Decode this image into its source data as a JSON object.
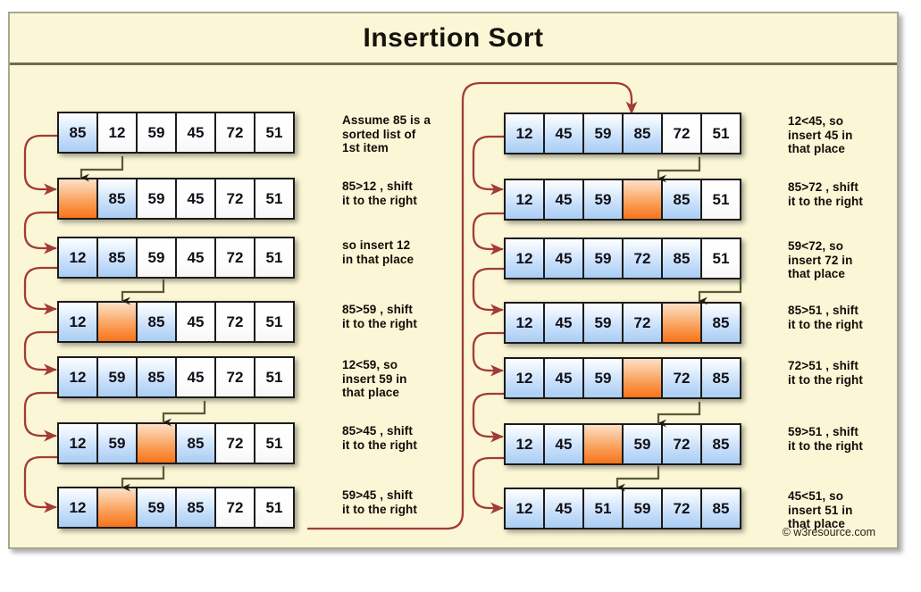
{
  "poster": {
    "title": "Insertion  Sort",
    "credit": "© w3resource.com",
    "background_color": "#fbf6d6",
    "frame_color": "#a9a791",
    "title_rule_color": "#6d6a55"
  },
  "legend": {
    "sorted_cell_color": "#a9cdf3",
    "gap_cell_color": "#f8731a",
    "unsorted_cell_color": "#fdfdfd",
    "flow_arrow_color": "#a33b36",
    "shift_arrow_color": "#585b36"
  },
  "chart_data": {
    "type": "table",
    "title": "Insertion  Sort",
    "input": [
      85,
      12,
      59,
      45,
      72,
      51
    ],
    "output": [
      12,
      45,
      51,
      59,
      72,
      85
    ],
    "columns": 6,
    "steps": [
      {
        "id": 1,
        "column": "left",
        "values": [
          "85",
          "12",
          "59",
          "45",
          "72",
          "51"
        ],
        "states": [
          "blue",
          "white",
          "white",
          "white",
          "white",
          "white"
        ],
        "caption": "Assume 85 is a\nsorted list of\n1st item"
      },
      {
        "id": 2,
        "column": "left",
        "values": [
          "",
          "85",
          "59",
          "45",
          "72",
          "51"
        ],
        "states": [
          "orange",
          "blue",
          "white",
          "white",
          "white",
          "white"
        ],
        "caption": "85>12 , shift\nit to the right"
      },
      {
        "id": 3,
        "column": "left",
        "values": [
          "12",
          "85",
          "59",
          "45",
          "72",
          "51"
        ],
        "states": [
          "blue",
          "blue",
          "white",
          "white",
          "white",
          "white"
        ],
        "caption": "so insert 12\nin that place"
      },
      {
        "id": 4,
        "column": "left",
        "values": [
          "12",
          "",
          "85",
          "45",
          "72",
          "51"
        ],
        "states": [
          "blue",
          "orange",
          "blue",
          "white",
          "white",
          "white"
        ],
        "caption": "85>59 , shift\nit to the right"
      },
      {
        "id": 5,
        "column": "left",
        "values": [
          "12",
          "59",
          "85",
          "45",
          "72",
          "51"
        ],
        "states": [
          "blue",
          "blue",
          "blue",
          "white",
          "white",
          "white"
        ],
        "caption": "12<59, so\ninsert 59 in\nthat place"
      },
      {
        "id": 6,
        "column": "left",
        "values": [
          "12",
          "59",
          "",
          "85",
          "72",
          "51"
        ],
        "states": [
          "blue",
          "blue",
          "orange",
          "blue",
          "white",
          "white"
        ],
        "caption": "85>45 , shift\nit to the right"
      },
      {
        "id": 7,
        "column": "left",
        "values": [
          "12",
          "",
          "59",
          "85",
          "72",
          "51"
        ],
        "states": [
          "blue",
          "orange",
          "blue",
          "blue",
          "white",
          "white"
        ],
        "caption": "59>45 , shift\nit to the right"
      },
      {
        "id": 8,
        "column": "right",
        "values": [
          "12",
          "45",
          "59",
          "85",
          "72",
          "51"
        ],
        "states": [
          "blue",
          "blue",
          "blue",
          "blue",
          "white",
          "white"
        ],
        "caption": "12<45, so\ninsert 45 in\nthat place"
      },
      {
        "id": 9,
        "column": "right",
        "values": [
          "12",
          "45",
          "59",
          "",
          "85",
          "51"
        ],
        "states": [
          "blue",
          "blue",
          "blue",
          "orange",
          "blue",
          "white"
        ],
        "caption": "85>72 , shift\nit to the right"
      },
      {
        "id": 10,
        "column": "right",
        "values": [
          "12",
          "45",
          "59",
          "72",
          "85",
          "51"
        ],
        "states": [
          "blue",
          "blue",
          "blue",
          "blue",
          "blue",
          "white"
        ],
        "caption": "59<72, so\ninsert 72 in\nthat place"
      },
      {
        "id": 11,
        "column": "right",
        "values": [
          "12",
          "45",
          "59",
          "72",
          "",
          "85"
        ],
        "states": [
          "blue",
          "blue",
          "blue",
          "blue",
          "orange",
          "blue"
        ],
        "caption": "85>51 , shift\nit to the right"
      },
      {
        "id": 12,
        "column": "right",
        "values": [
          "12",
          "45",
          "59",
          "",
          "72",
          "85"
        ],
        "states": [
          "blue",
          "blue",
          "blue",
          "orange",
          "blue",
          "blue"
        ],
        "caption": "72>51 , shift\nit to the right"
      },
      {
        "id": 13,
        "column": "right",
        "values": [
          "12",
          "45",
          "",
          "59",
          "72",
          "85"
        ],
        "states": [
          "blue",
          "blue",
          "orange",
          "blue",
          "blue",
          "blue"
        ],
        "caption": "59>51 , shift\nit to the right"
      },
      {
        "id": 14,
        "column": "right",
        "values": [
          "12",
          "45",
          "51",
          "59",
          "72",
          "85"
        ],
        "states": [
          "blue",
          "blue",
          "blue",
          "blue",
          "blue",
          "blue"
        ],
        "caption": "45<51, so\ninsert 51 in\nthat place"
      }
    ]
  }
}
